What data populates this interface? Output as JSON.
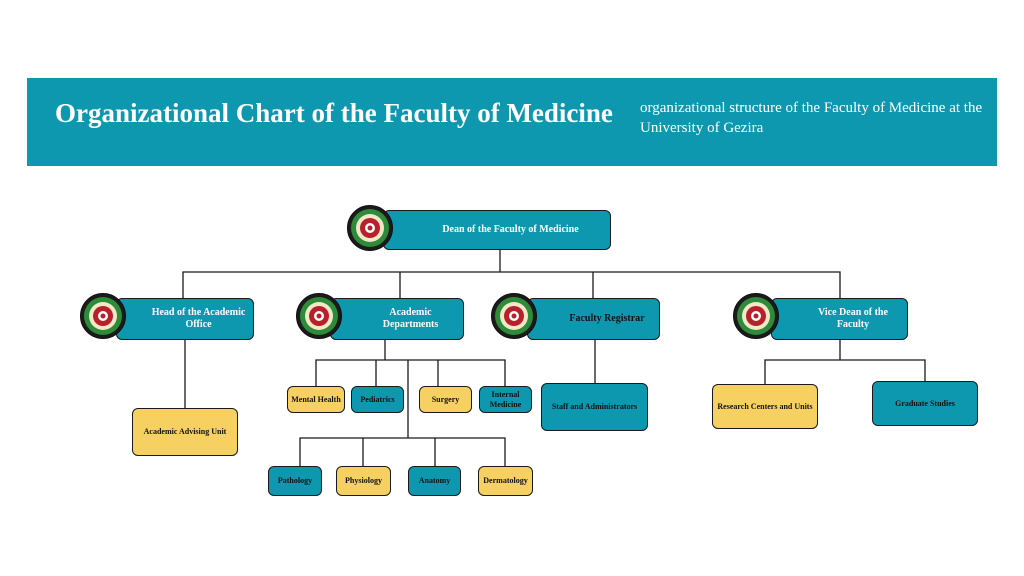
{
  "header": {
    "title": "Organizational Chart of the Faculty of Medicine",
    "subtitle": "organizational structure of the Faculty of Medicine at the University of Gezira"
  },
  "chart": {
    "dean": "Dean of the Faculty of Medicine",
    "level2": {
      "academic_office": "Head of the Academic Office",
      "academic_departments": "Academic Departments",
      "faculty_registrar": "Faculty Registrar",
      "vice_dean": "Vice Dean of the Faculty"
    },
    "academic_office_children": {
      "advising_unit": "Academic Advising Unit"
    },
    "departments_row1": {
      "mental_health": "Mental Health",
      "pediatrics": "Pediatrics",
      "surgery": "Surgery",
      "internal_medicine": "Internal Medicine"
    },
    "departments_row2": {
      "pathology": "Pathology",
      "physiology": "Physiology",
      "anatomy": "Anatomy",
      "dermatology": "Dermatology"
    },
    "registrar_children": {
      "staff": "Staff and Administrators"
    },
    "vice_dean_children": {
      "research": "Research Centers and Units",
      "graduate": "Graduate Studies"
    }
  },
  "colors": {
    "teal": "#0e98b0",
    "yellow": "#f6d161",
    "line": "#1a1a1a"
  },
  "icons": {
    "emblem": "university-emblem-icon"
  }
}
